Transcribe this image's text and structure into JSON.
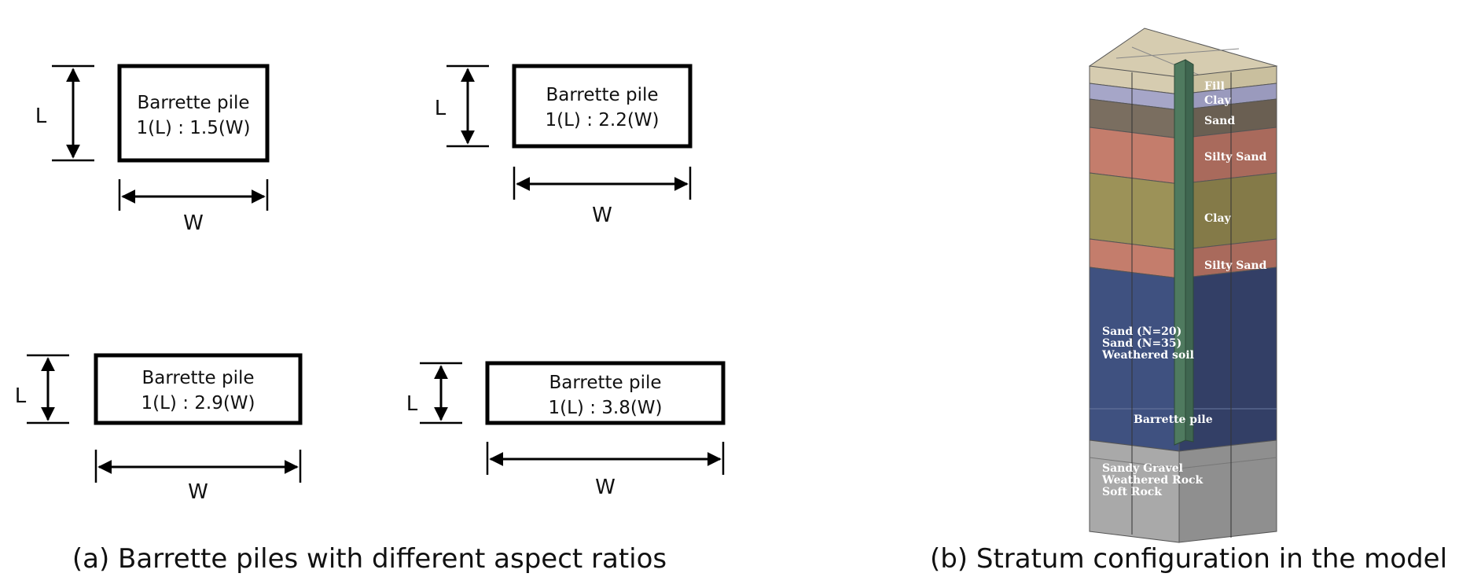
{
  "panel_a": {
    "caption": "(a) Barrette piles with different aspect ratios",
    "piles": [
      {
        "title": "Barrette pile",
        "ratio": "1(L) : 1.5(W)",
        "length_label": "L",
        "width_label": "W"
      },
      {
        "title": "Barrette pile",
        "ratio": "1(L) : 2.2(W)",
        "length_label": "L",
        "width_label": "W"
      },
      {
        "title": "Barrette pile",
        "ratio": "1(L) : 2.9(W)",
        "length_label": "L",
        "width_label": "W"
      },
      {
        "title": "Barrette pile",
        "ratio": "1(L) : 3.8(W)",
        "length_label": "L",
        "width_label": "W"
      }
    ]
  },
  "panel_b": {
    "caption": "(b) Stratum configuration in the model",
    "layer_labels": {
      "fill": "Fill",
      "clay_top": "Clay",
      "sand": "Sand",
      "silty_sand_1": "Silty Sand",
      "clay_mid": "Clay",
      "silty_sand_2": "Silty Sand",
      "sand_n20": "Sand (N=20)",
      "sand_n35": "Sand (N=35)",
      "weathered_soil": "Weathered soil",
      "barrette_pile": "Barrette pile",
      "sandy_gravel": "Sandy Gravel",
      "weathered_rock": "Weathered Rock",
      "soft_rock": "Soft Rock"
    },
    "colors": {
      "top": "#d6ccb0",
      "fill": "#a6a6c8",
      "sand": "#7a6e60",
      "silty_sand": "#c47d6c",
      "clay": "#9c9258",
      "sand_deep": "#3f5180",
      "rock": "#a9a9a9",
      "pile": "#4f7a5f"
    }
  }
}
